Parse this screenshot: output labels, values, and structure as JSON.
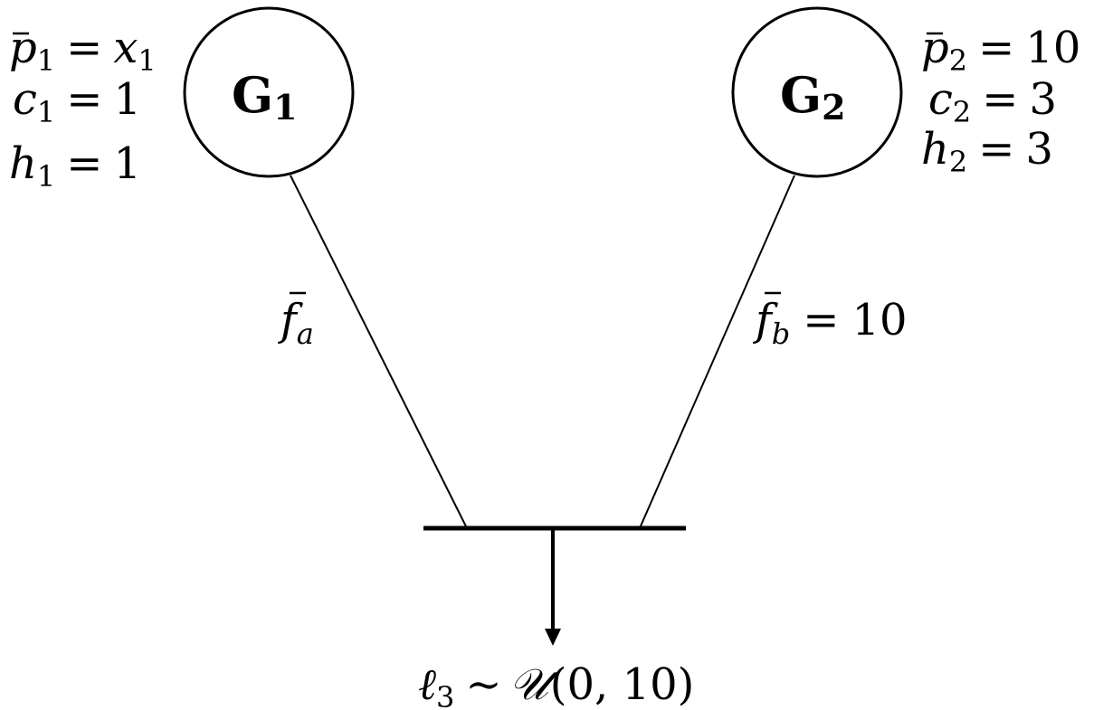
{
  "generators": [
    {
      "id": "g1",
      "label": "G",
      "index": "1",
      "params": [
        {
          "sym": "p",
          "bar": true,
          "sub": "1",
          "rhs": "x",
          "rhs_sub": "1"
        },
        {
          "sym": "c",
          "bar": false,
          "sub": "1",
          "rhs": "1",
          "rhs_sub": ""
        },
        {
          "sym": "h",
          "bar": false,
          "sub": "1",
          "rhs": "1",
          "rhs_sub": ""
        }
      ]
    },
    {
      "id": "g2",
      "label": "G",
      "index": "2",
      "params": [
        {
          "sym": "p",
          "bar": true,
          "sub": "2",
          "rhs": "10",
          "rhs_sub": ""
        },
        {
          "sym": "c",
          "bar": false,
          "sub": "2",
          "rhs": "3",
          "rhs_sub": ""
        },
        {
          "sym": "h",
          "bar": false,
          "sub": "2",
          "rhs": "3",
          "rhs_sub": ""
        }
      ]
    }
  ],
  "lines": [
    {
      "id": "a",
      "sym": "f",
      "bar": true,
      "sub": "a",
      "rhs": ""
    },
    {
      "id": "b",
      "sym": "f",
      "bar": true,
      "sub": "b",
      "rhs": "10"
    }
  ],
  "load": {
    "sym": "ℓ",
    "sub": "3",
    "relation": "∼",
    "dist": "𝒰",
    "args": "(0, 10)"
  },
  "symbols": {
    "equals": "="
  }
}
